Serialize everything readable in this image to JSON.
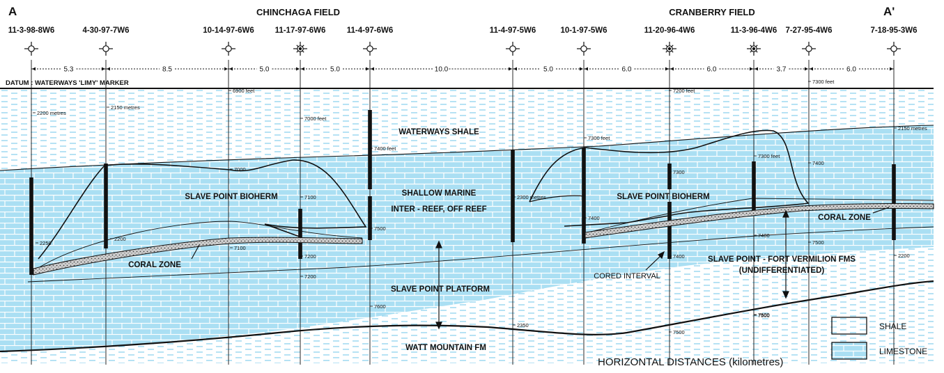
{
  "end_labels": {
    "left": "A",
    "right": "A'"
  },
  "fields": {
    "chinchaga": "CHINCHAGA FIELD",
    "cranberry": "CRANBERRY FIELD"
  },
  "wells": [
    {
      "name": "11-3-98-8W6",
      "symbol": "dry"
    },
    {
      "name": "4-30-97-7W6",
      "symbol": "dry"
    },
    {
      "name": "10-14-97-6W6",
      "symbol": "dry"
    },
    {
      "name": "11-17-97-6W6",
      "symbol": "oil"
    },
    {
      "name": "11-4-97-6W6",
      "symbol": "dry"
    },
    {
      "name": "11-4-97-5W6",
      "symbol": "dry"
    },
    {
      "name": "10-1-97-5W6",
      "symbol": "dry"
    },
    {
      "name": "11-20-96-4W6",
      "symbol": "oil"
    },
    {
      "name": "11-3-96-4W6",
      "symbol": "oil"
    },
    {
      "name": "7-27-95-4W6",
      "symbol": "dry"
    },
    {
      "name": "7-18-95-3W6",
      "symbol": "dry"
    }
  ],
  "distances": [
    "5.3",
    "8.5",
    "5.0",
    "5.0",
    "10.0",
    "5.0",
    "6.0",
    "6.0",
    "3.7",
    "6.0"
  ],
  "datum": "DATUM : WATERWAYS 'LIMY' MARKER",
  "depth_labels": [
    "2200 metres",
    "2250",
    "2150 metres",
    "2200",
    "6900 feet",
    "7000",
    "7100",
    "7200",
    "7000 feet",
    "7100",
    "7200",
    "7400 feet",
    "7500",
    "7600",
    "2300 metres",
    "2350",
    "7300 feet",
    "7400",
    "7200 feet",
    "7300",
    "7400",
    "7500",
    "7500",
    "7300 feet",
    "7400",
    "7500",
    "7300 feet",
    "7400",
    "7500",
    "2150 metres",
    "2200"
  ],
  "units": {
    "waterways_shale": "WATERWAYS SHALE",
    "shallow_marine_1": "SHALLOW MARINE",
    "shallow_marine_2": "INTER - REEF, OFF REEF",
    "bioherm_west": "SLAVE POINT BIOHERM",
    "bioherm_east": "SLAVE POINT BIOHERM",
    "coral_west": "CORAL ZONE",
    "coral_east": "CORAL ZONE",
    "platform": "SLAVE POINT PLATFORM",
    "slave_fv_1": "SLAVE POINT - FORT VERMILION FMS",
    "slave_fv_2": "(UNDIFFERENTIATED)",
    "watt": "WATT MOUNTAIN FM",
    "cored": "CORED INTERVAL"
  },
  "legend": {
    "shale": "SHALE",
    "limestone": "LIMESTONE"
  },
  "caption": "HORIZONTAL DISTANCES (kilometres)",
  "colors": {
    "shale_blue": "#8fd3ee",
    "limestone_blue": "#a4dcf2",
    "line": "#111111",
    "coral": "#9a9a9a"
  }
}
